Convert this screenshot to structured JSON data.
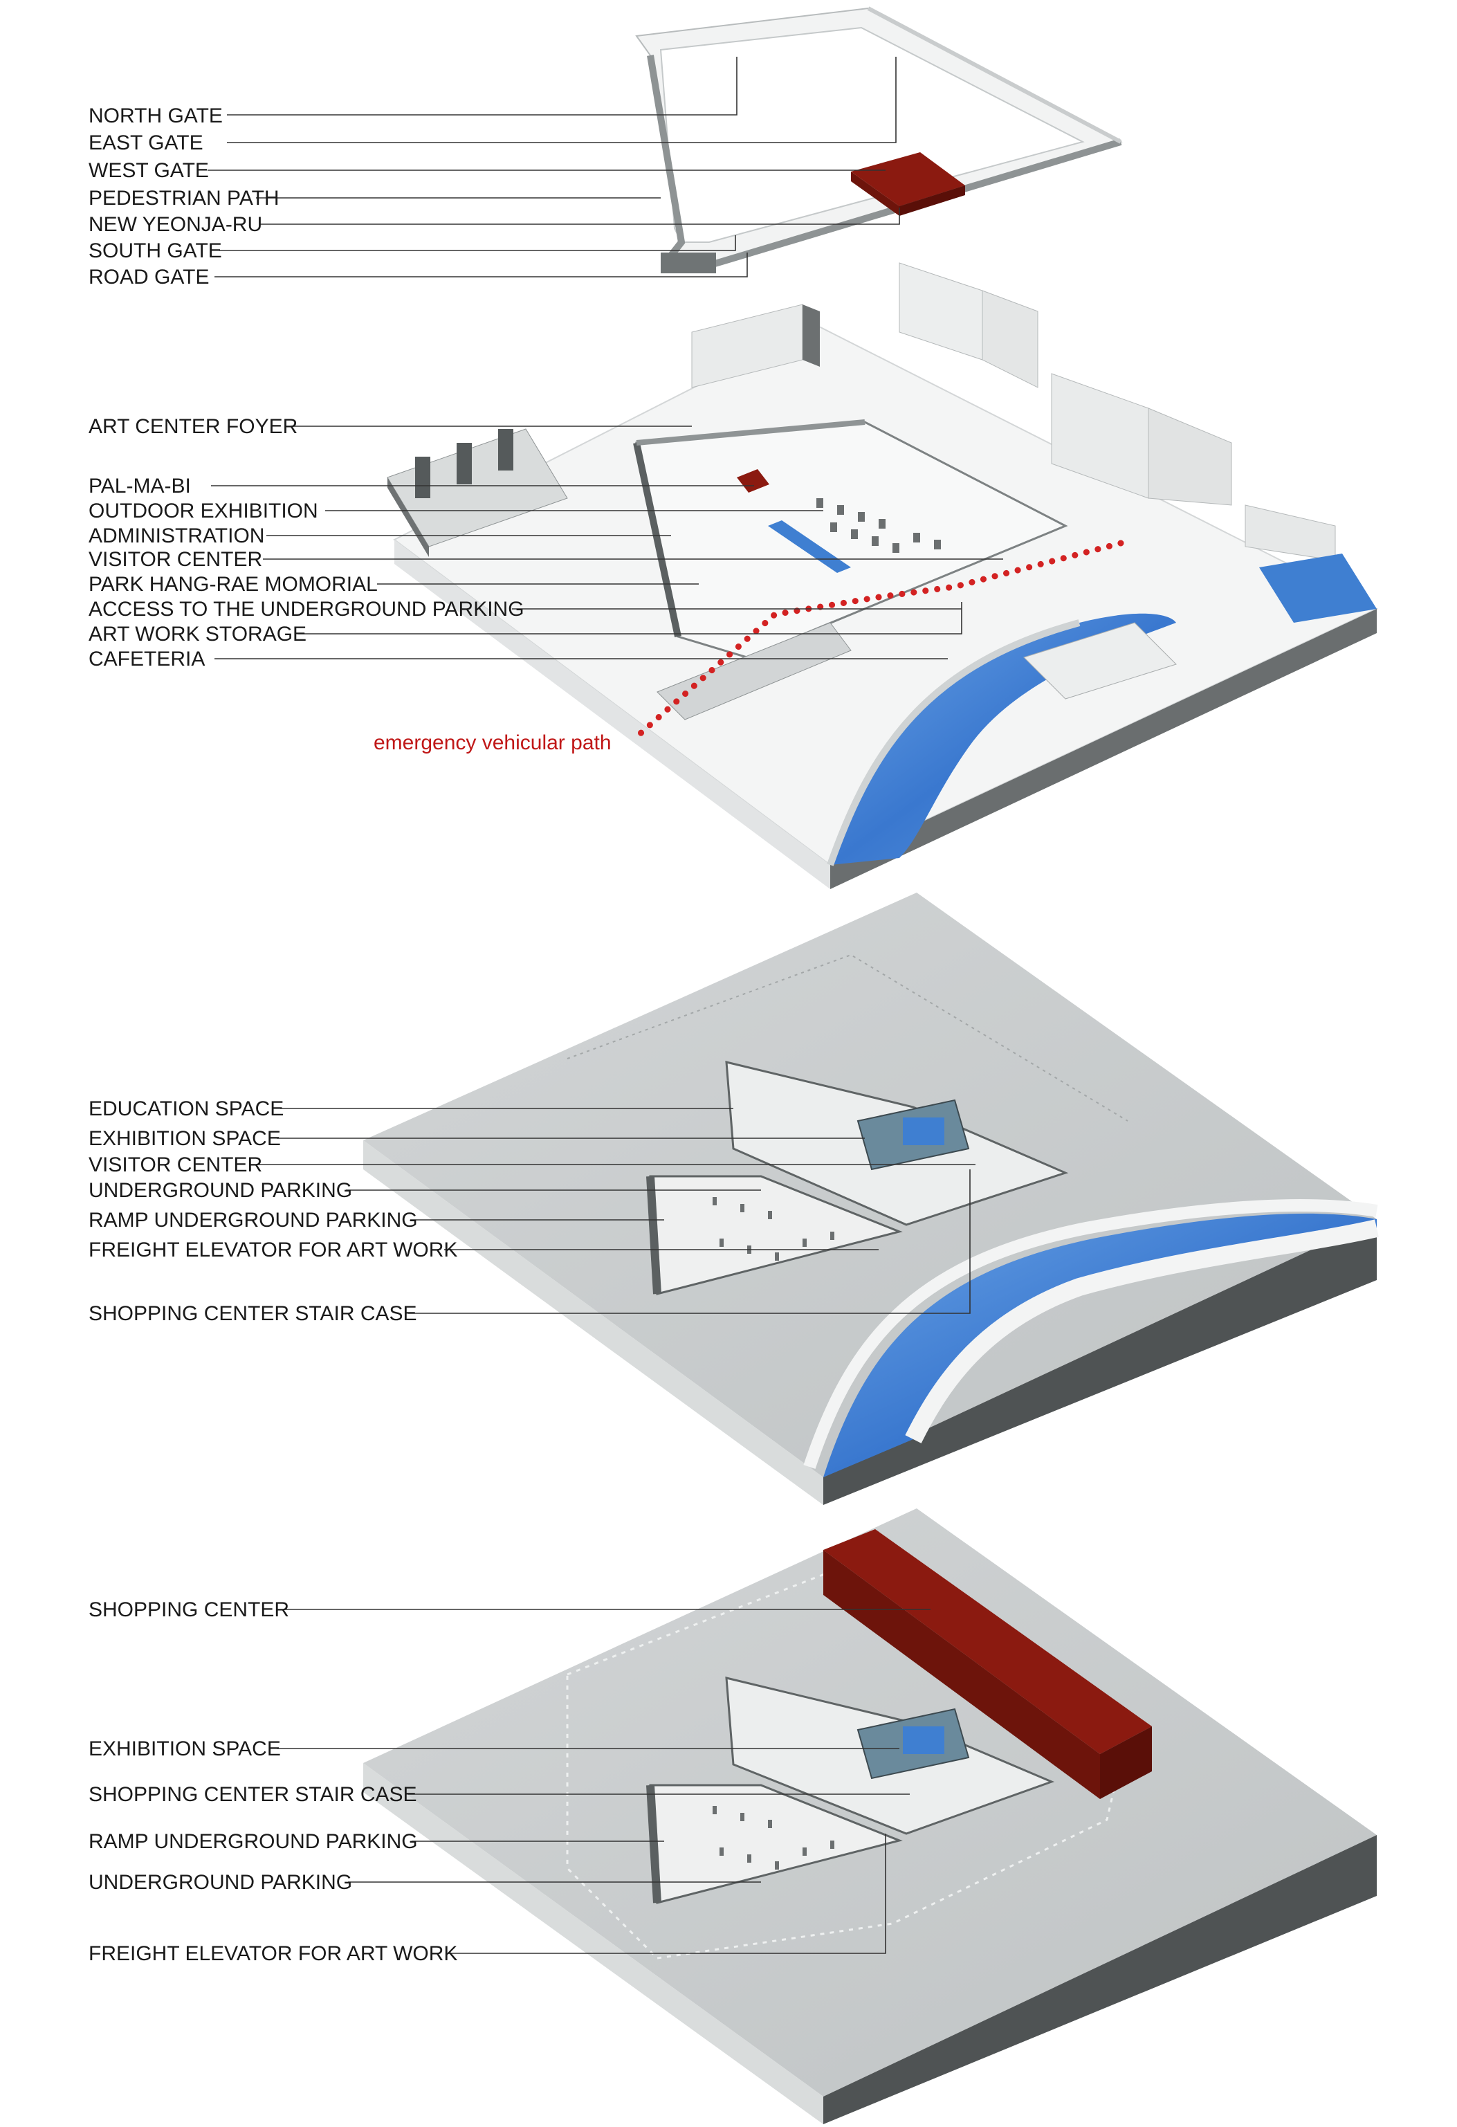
{
  "colors": {
    "accent_red": "#8b1a10",
    "path_red": "#d32222",
    "water_blue": "#3f7fd1",
    "slab_top": "#c7cbcc",
    "slab_side": "#4f5354",
    "model_white": "#f3f4f4"
  },
  "layers": {
    "wall": {
      "labels": [
        "NORTH GATE",
        "EAST GATE",
        "WEST GATE",
        "PEDESTRIAN PATH",
        "NEW YEONJA-RU",
        "SOUTH GATE",
        "ROAD GATE"
      ]
    },
    "ground": {
      "labels": [
        "ART CENTER FOYER",
        "PAL-MA-BI",
        "OUTDOOR EXHIBITION",
        "ADMINISTRATION",
        "VISITOR CENTER",
        "PARK HANG-RAE MOMORIAL",
        "ACCESS TO THE UNDERGROUND PARKING",
        "ART WORK STORAGE",
        "CAFETERIA"
      ],
      "path_label": "emergency vehicular path"
    },
    "basement1": {
      "labels": [
        "EDUCATION SPACE",
        "EXHIBITION SPACE",
        "VISITOR CENTER",
        "UNDERGROUND PARKING",
        "RAMP UNDERGROUND PARKING",
        "FREIGHT ELEVATOR FOR ART WORK",
        "SHOPPING CENTER STAIR CASE"
      ]
    },
    "basement2": {
      "labels": [
        "SHOPPING CENTER",
        "EXHIBITION SPACE",
        "SHOPPING CENTER STAIR CASE",
        "RAMP UNDERGROUND PARKING",
        "UNDERGROUND PARKING",
        "FREIGHT ELEVATOR FOR ART WORK"
      ]
    }
  }
}
